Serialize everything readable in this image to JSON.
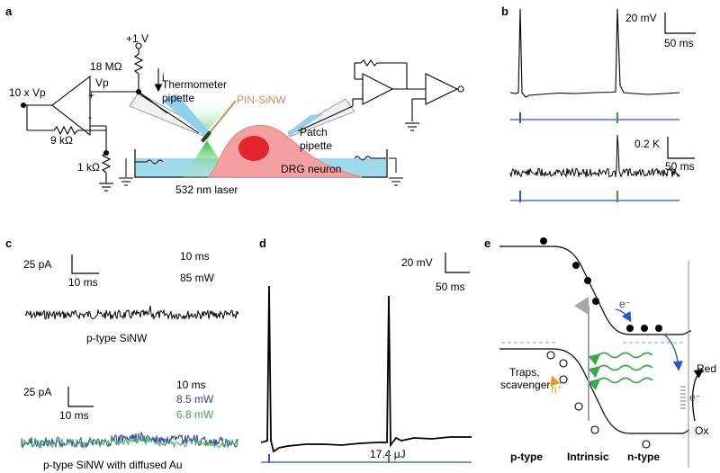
{
  "panels": {
    "a": {
      "letter": "a",
      "supply_voltage": "+1 V",
      "resistor_top": "18 MΩ",
      "current_label": "i",
      "vp_label": "Vp",
      "amp_output": "10 x Vp",
      "opamp_plus": "+",
      "opamp_minus": "-",
      "resistor_feedback": "9 kΩ",
      "resistor_ground": "1 kΩ",
      "thermometer": [
        "Thermometer",
        "pipette"
      ],
      "pin_sinw": "PIN-SiNW",
      "patch": [
        "Patch",
        "pipette"
      ],
      "neuron": "DRG neuron",
      "laser": "532 nm laser",
      "colors": {
        "bath": "#9ed9ec",
        "neuron": "#f4a0a0",
        "nucleus": "#e2252b",
        "laser": "#3cc64a",
        "pipette": "#8fd0ec",
        "nanowire": "#c8905a"
      }
    },
    "b": {
      "letter": "b",
      "scale_voltage": "20 mV",
      "scale_time_top": "50 ms",
      "scale_temp": "0.2 K",
      "scale_time_bottom": "50 ms",
      "colors": {
        "stim_blue": "#2b55c8",
        "stim_green": "#2f9e3c"
      }
    },
    "c": {
      "letter": "c",
      "top": {
        "scale_current": "25 pA",
        "scale_time": "10 ms",
        "duration": "10 ms",
        "power": "85 mW",
        "caption": "p-type SiNW"
      },
      "bottom": {
        "scale_current": "25 pA",
        "scale_time": "10 ms",
        "duration": "10 ms",
        "power_blue": "8.5 mW",
        "power_green": "6.8 mW",
        "caption": "p-type SiNW with diffused Au"
      },
      "colors": {
        "blue": "#2e3f9e",
        "green": "#3aa84a"
      }
    },
    "d": {
      "letter": "d",
      "scale_voltage": "20 mV",
      "scale_time": "50 ms",
      "energy": "17.4 μJ"
    },
    "e": {
      "letter": "e",
      "electron_label": "e⁻",
      "hole_label": "h⁺",
      "traps": [
        "Traps,",
        "scavenger"
      ],
      "red": "Red",
      "ox": "Ox",
      "regions": [
        "p-type",
        "Intrinsic",
        "n-type"
      ],
      "colors": {
        "blue_arrow": "#2b55c8",
        "orange_arrow": "#e8962a",
        "green_wave": "#3aa84a",
        "gray_arrow": "#a6a6a6"
      }
    }
  }
}
